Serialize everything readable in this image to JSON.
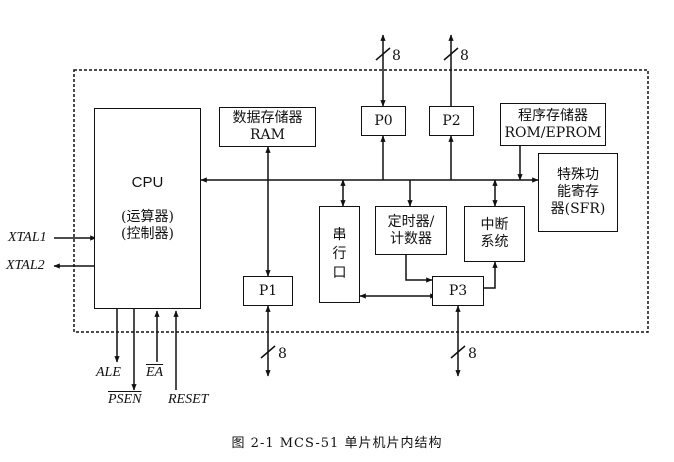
{
  "blocks": {
    "cpu": {
      "title": "CPU",
      "line1": "(运算器)",
      "line2": "(控制器)"
    },
    "ram": {
      "line1": "数据存储器",
      "line2": "RAM"
    },
    "p0": "P0",
    "p2": "P2",
    "rom": {
      "line1": "程序存储器",
      "line2": "ROM/EPROM"
    },
    "sfr": {
      "line1": "特殊功",
      "line2": "能寄存",
      "line3": "器(SFR)"
    },
    "serial": {
      "c1": "串",
      "c2": "行",
      "c3": "口"
    },
    "timer": {
      "line1": "定时器/",
      "line2": "计数器"
    },
    "interrupt": {
      "line1": "中断",
      "line2": "系统"
    },
    "p1": "P1",
    "p3": "P3"
  },
  "bus_width_labels": {
    "p0": "8",
    "p2": "8",
    "p1": "8",
    "p3": "8"
  },
  "signals": {
    "xtal1": "XTAL1",
    "xtal2": "XTAL2",
    "ale": "ALE",
    "psen": "PSEN",
    "ea": "EA",
    "reset": "RESET"
  },
  "caption": "图 2-1   MCS-51 单片机片内结构"
}
